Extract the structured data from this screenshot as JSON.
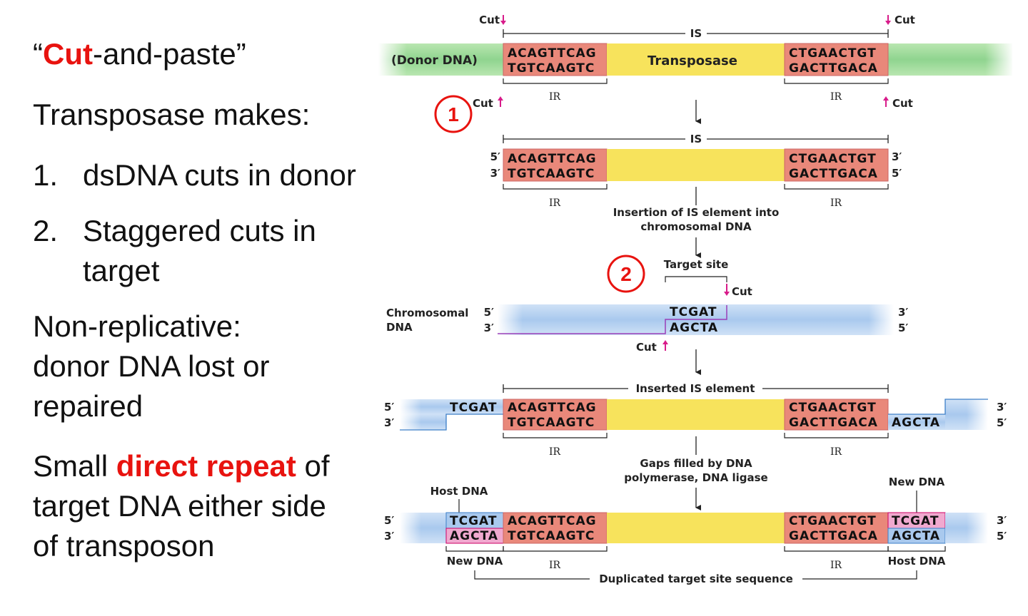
{
  "left": {
    "title_open": "“",
    "title_cut": "Cut",
    "title_rest": "-and-paste”",
    "makes": "Transposase makes:",
    "item1_num": "1.",
    "item1_text": "dsDNA cuts in donor",
    "item2_num": "2.",
    "item2_line1": "Staggered cuts in",
    "item2_line2": "target",
    "nonrep1": "Non-replicative:",
    "nonrep2": "donor DNA lost or",
    "nonrep3": "repaired",
    "small_pre": "Small ",
    "small_red": "direct repeat",
    "small_post": " of",
    "small2": "target DNA either side",
    "small3": "of transposon"
  },
  "diagram": {
    "cut": "Cut",
    "is": "IS",
    "ir": "IR",
    "donor_dna": "(Donor DNA)",
    "transposase": "Transposase",
    "ir_left_top": "ACAGTTCAG",
    "ir_left_bottom": "TGTCAAGTC",
    "ir_right_top": "CTGAACTGT",
    "ir_right_bottom": "GACTTGACA",
    "five_prime": "5′",
    "three_prime": "3′",
    "step1": "1",
    "step2": "2",
    "insertion_line1": "Insertion of IS element into",
    "insertion_line2": "chromosomal DNA",
    "target_site": "Target site",
    "chromosomal": "Chromosomal",
    "dna": "DNA",
    "target_top": "TCGAT",
    "target_bottom": "AGCTA",
    "inserted_is": "Inserted IS element",
    "gaps_line1": "Gaps filled by DNA",
    "gaps_line2": "polymerase, DNA ligase",
    "host_dna": "Host DNA",
    "new_dna": "New DNA",
    "duplicated": "Duplicated target site sequence"
  },
  "colors": {
    "accent_red": "#e8130f",
    "donor_green": "#8fd48f",
    "ir_salmon": "#e9887a",
    "transposase_yellow": "#f7e35c",
    "chromosome_blue": "#a9c9ee",
    "new_dna_pink": "#f0a9cf",
    "cut_arrow": "#d81b8a"
  }
}
